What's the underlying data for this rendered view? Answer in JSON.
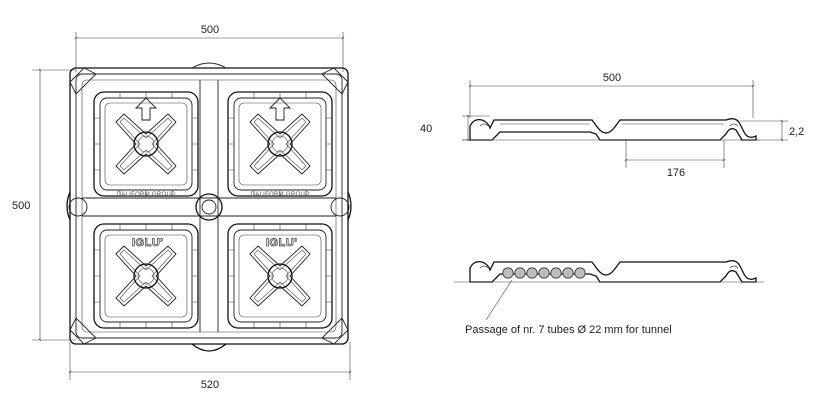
{
  "top_view": {
    "width_top": "500",
    "height_left": "500",
    "width_bottom": "520",
    "brand_text": "DALIFORM GROUP",
    "logo_text": "IGLU'"
  },
  "side_view": {
    "length": "500",
    "height": "40",
    "foot": "2,2",
    "channel": "176"
  },
  "section_view": {
    "caption": "Passage of nr. 7 tubes Ø 22 mm for tunnel",
    "tube_count": 7
  }
}
